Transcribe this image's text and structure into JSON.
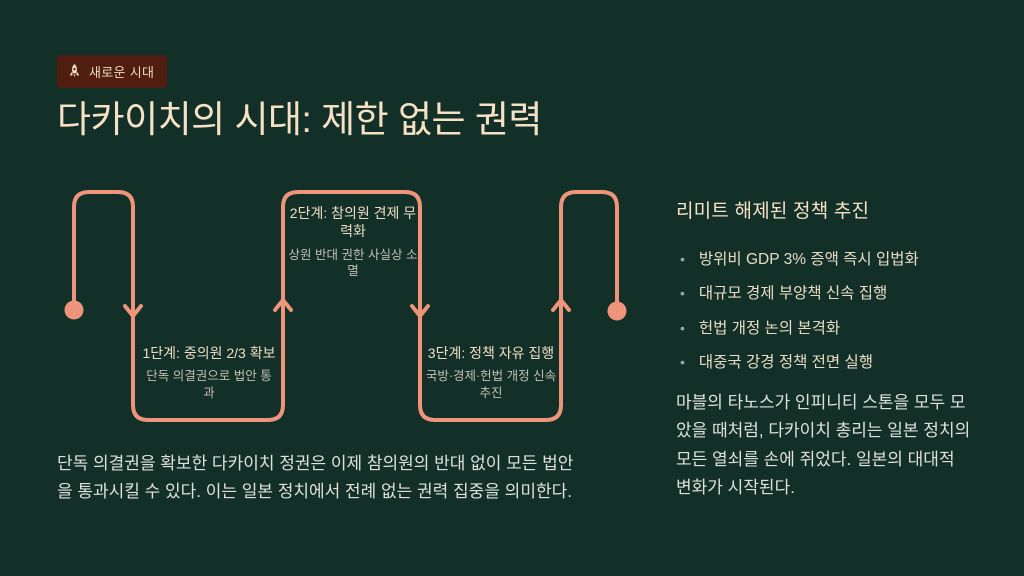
{
  "badge": {
    "icon": "rocket-icon",
    "label": "새로운 시대"
  },
  "title": "다카이치의 시대: 제한 없는 권력",
  "flowchart": {
    "shape": "serpentine-timeline",
    "endpoints": "dot-start-left, dot-end-right",
    "arrow_directions": [
      "down",
      "up",
      "down",
      "up"
    ],
    "stages": [
      {
        "title": "1단계: 중의원 2/3 확보",
        "subtitle": "단독 의결권으로 법안 통과"
      },
      {
        "title": "2단계: 참의원 견제 무력화",
        "subtitle": "상원 반대 권한 사실상 소멸"
      },
      {
        "title": "3단계: 정책 자유 집행",
        "subtitle": "국방·경제·헌법 개정 신속 추진"
      }
    ]
  },
  "left_paragraph": "단독 의결권을 확보한 다카이치 정권은 이제 참의원의 반대 없이 모든 법안을 통과시킬 수 있다. 이는 일본 정치에서 전례 없는 권력 집중을 의미한다.",
  "right_panel": {
    "heading": "리미트 해제된 정책 추진",
    "bullets": [
      "방위비 GDP 3% 증액 즉시 입법화",
      "대규모 경제 부양책 신속 집행",
      "헌법 개정 논의 본격화",
      "대중국 강경 정책 전면 실행"
    ],
    "paragraph": "마블의 타노스가 인피니티 스톤을 모두 모았을 때처럼, 다카이치 총리는 일본 정치의 모든 열쇠를 손에 쥐었다. 일본의 대대적 변화가 시작된다."
  },
  "colors": {
    "bg": "#123028",
    "accent": "#ee947a",
    "cream": "#f6e1c4",
    "cream-soft": "#eddcc2",
    "muted": "#c2bfb2",
    "body": "#dee1d8",
    "bullet-text": "#e9dcc6",
    "badge-bg": "#4f1e10",
    "badge-text": "#eedabd",
    "bullet-dot": "#9aa79f"
  }
}
